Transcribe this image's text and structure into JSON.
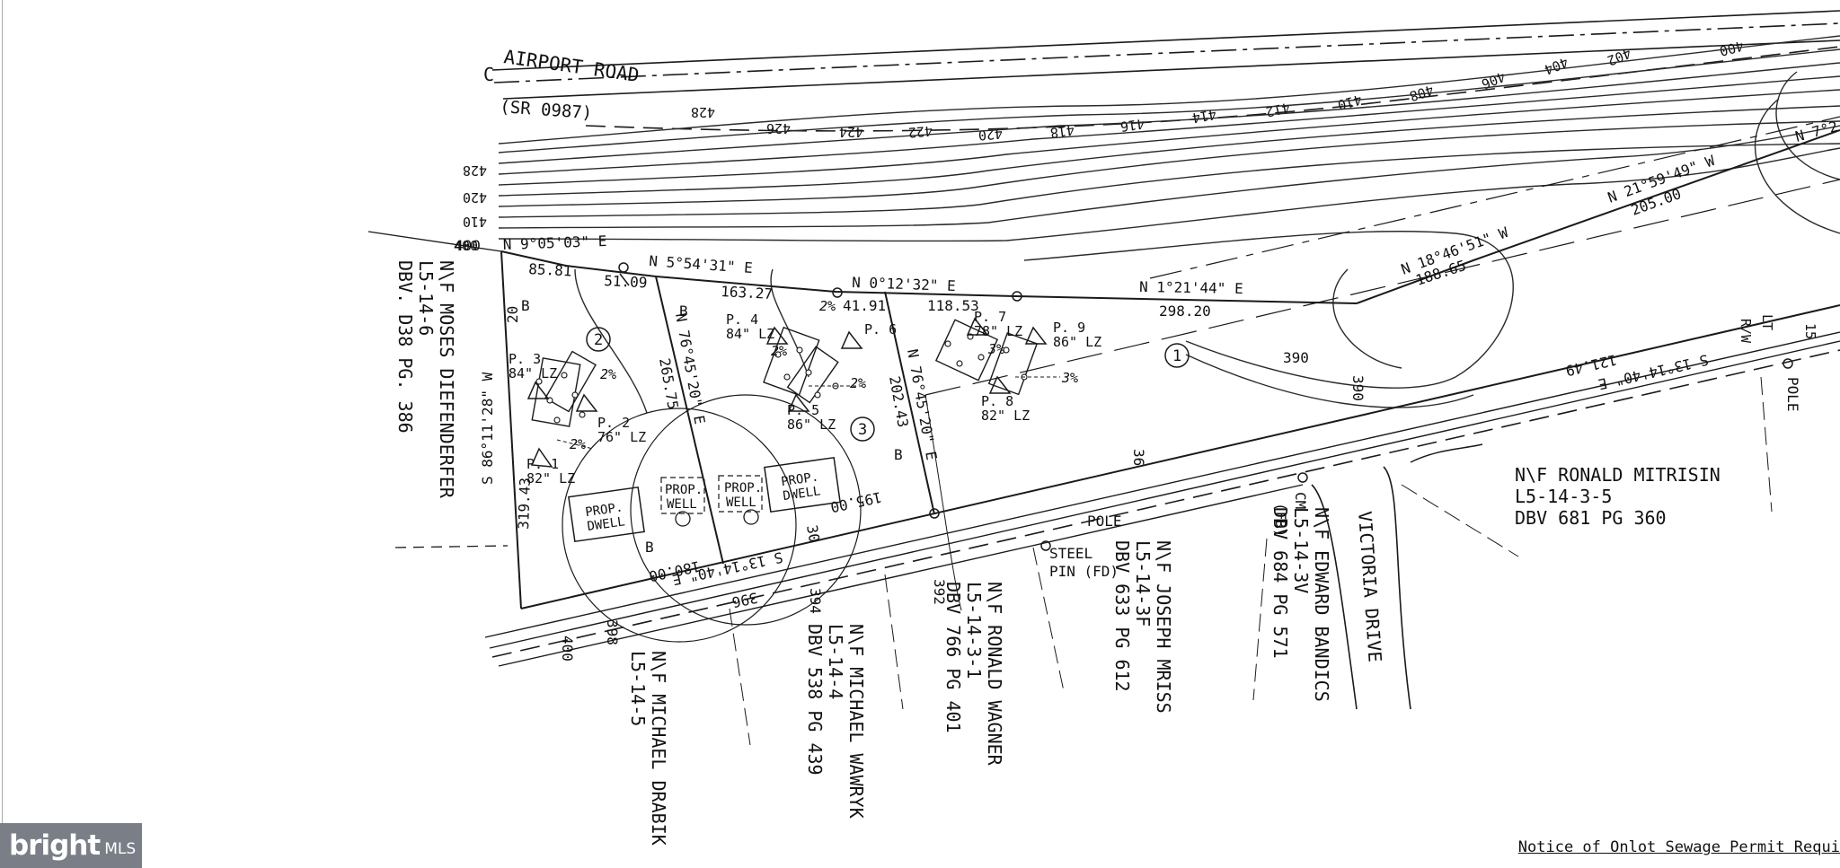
{
  "road": {
    "name": "AIRPORT ROAD",
    "route": "(SR 0987)",
    "cl": "C"
  },
  "contour_labels_top": [
    "428",
    "426",
    "424",
    "422",
    "420",
    "418",
    "416",
    "414",
    "412",
    "410",
    "408",
    "406",
    "404",
    "402",
    "400"
  ],
  "contour_labels_left": [
    "428",
    "420",
    "410",
    "400"
  ],
  "bearings": {
    "b1": "N 9°05'03\" E",
    "b2": "N 5°54'31\" E",
    "b3": "N 0°12'32\" E",
    "b4": "N 1°21'44\" E",
    "b5": "N 18°46'51\" W",
    "b6": "N 21°59'49\" W",
    "b7": "S 86°11'28\" W",
    "b8": "N 76°45'20\" E",
    "b9": "N 76°45'20\" E",
    "b10": "S 13°14'40\" E",
    "b11": "S 13°14'40\" E",
    "b12": "N 7°2"
  },
  "distances": {
    "d1": "85.81",
    "d2": "51.09",
    "d3": "163.27",
    "d4": "41.91",
    "d5": "118.53",
    "d6": "298.20",
    "d7": "188.65",
    "d8": "205.00",
    "d9": "319.43",
    "d10": "265.75",
    "d11": "202.43",
    "d12": "195.00",
    "d13": "180.00",
    "d14": "121.49",
    "d15": "15"
  },
  "pits": {
    "p1": "P. 1",
    "p1lz": "82\" LZ",
    "p2": "P. 2",
    "p2lz": "76\" LZ",
    "p3": "P. 3",
    "p3lz": "84\" LZ",
    "p4": "P. 4",
    "p4lz": "84\" LZ",
    "p5": "P. 5",
    "p5lz": "86\" LZ",
    "p6": "P. 6",
    "p7": "P. 7",
    "p7lz": "78\" LZ",
    "p8": "P. 8",
    "p8lz": "82\" LZ",
    "p9": "P. 9",
    "p9lz": "86\" LZ"
  },
  "lots": {
    "l1": "1",
    "l2": "2",
    "l3": "3"
  },
  "structures": {
    "dwell1": [
      "PROP.",
      "DWELL"
    ],
    "dwell2": [
      "PROP.",
      "DWELL"
    ],
    "well1": [
      "PROP.",
      "WELL"
    ],
    "well2": [
      "PROP.",
      "WELL"
    ]
  },
  "slopes": {
    "s1": "2%",
    "s2": "2%",
    "s3": "2%",
    "s4": "2%",
    "s5": "3%",
    "s6": "3%",
    "s7": "2%"
  },
  "elev": {
    "e390": "390",
    "e390b": "390",
    "e392": "392",
    "e394": "394",
    "e396": "396",
    "e398": "398",
    "e400": "400",
    "e400b": "400"
  },
  "marks": {
    "b": "B",
    "t20": "20",
    "t30": "30",
    "t36": "36"
  },
  "owners": {
    "diefenderfer": [
      "N\\F MOSES DIEFENDERFER",
      "L5-14-6",
      "DBV. D38 PG. 386"
    ],
    "drabik": [
      "N\\F MICHAEL DRABIK",
      "L5-14-5"
    ],
    "wawryk": [
      "N\\F MICHAEL WAWRYK",
      "L5-14-4",
      "DBV 538 PG 439"
    ],
    "wagner": [
      "N\\F RONALD WAGNER",
      "L5-14-3-1",
      "DBV 766 PG 401"
    ],
    "mriss": [
      "N\\F JOSEPH MRISS",
      "L5-14-3F",
      "DBV 633 PG 612"
    ],
    "bandics": [
      "N\\F EDWARD BANDICS",
      "L5-14-3V",
      "DBV 684 PG 571"
    ],
    "mitrisin": [
      "N\\F RONALD MITRISIN",
      "L5-14-3-5",
      "DBV 681 PG 360"
    ]
  },
  "misc": {
    "pole1": "POLE",
    "pole2": "POLE",
    "steel": "STEEL",
    "pin": "PIN (FD)",
    "cm": "CM",
    "fd": "(FD)",
    "victoria": "VICTORIA DRIVE",
    "row": "R/W",
    "lt": "LT"
  },
  "footer": {
    "notice": "Notice of Onlot Sewage Permit Requi"
  },
  "logo": {
    "brand": "bright",
    "mls": "MLS"
  }
}
